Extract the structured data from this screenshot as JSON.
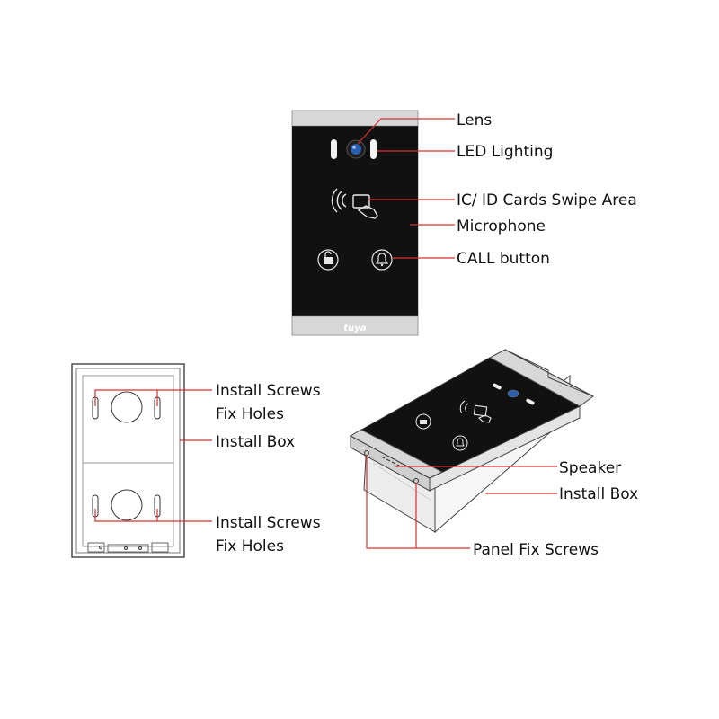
{
  "colors": {
    "leader": "#d9302f",
    "panel_face": "#111111",
    "metal": "#d7d7d7",
    "outline": "#333333",
    "icon": "#e8e8e8",
    "lens_blue": "#2a5fb0"
  },
  "front_view": {
    "brand": "tuya",
    "labels": {
      "lens": "Lens",
      "led": "LED Lighting",
      "card": "IC/ ID Cards Swipe Area",
      "mic": "Microphone",
      "call": "CALL button"
    },
    "icons": [
      "lens-icon",
      "led-strip-icon",
      "nfc-card-icon",
      "unlock-icon",
      "bell-icon"
    ]
  },
  "box_view": {
    "labels": {
      "screws_top_1": "Install Screws",
      "screws_top_2": "Fix Holes",
      "box": "Install Box",
      "screws_bottom_1": "Install Screws",
      "screws_bottom_2": "Fix Holes"
    }
  },
  "iso_view": {
    "labels": {
      "speaker": "Speaker",
      "box": "Install Box",
      "panel_screws": "Panel Fix Screws"
    }
  }
}
